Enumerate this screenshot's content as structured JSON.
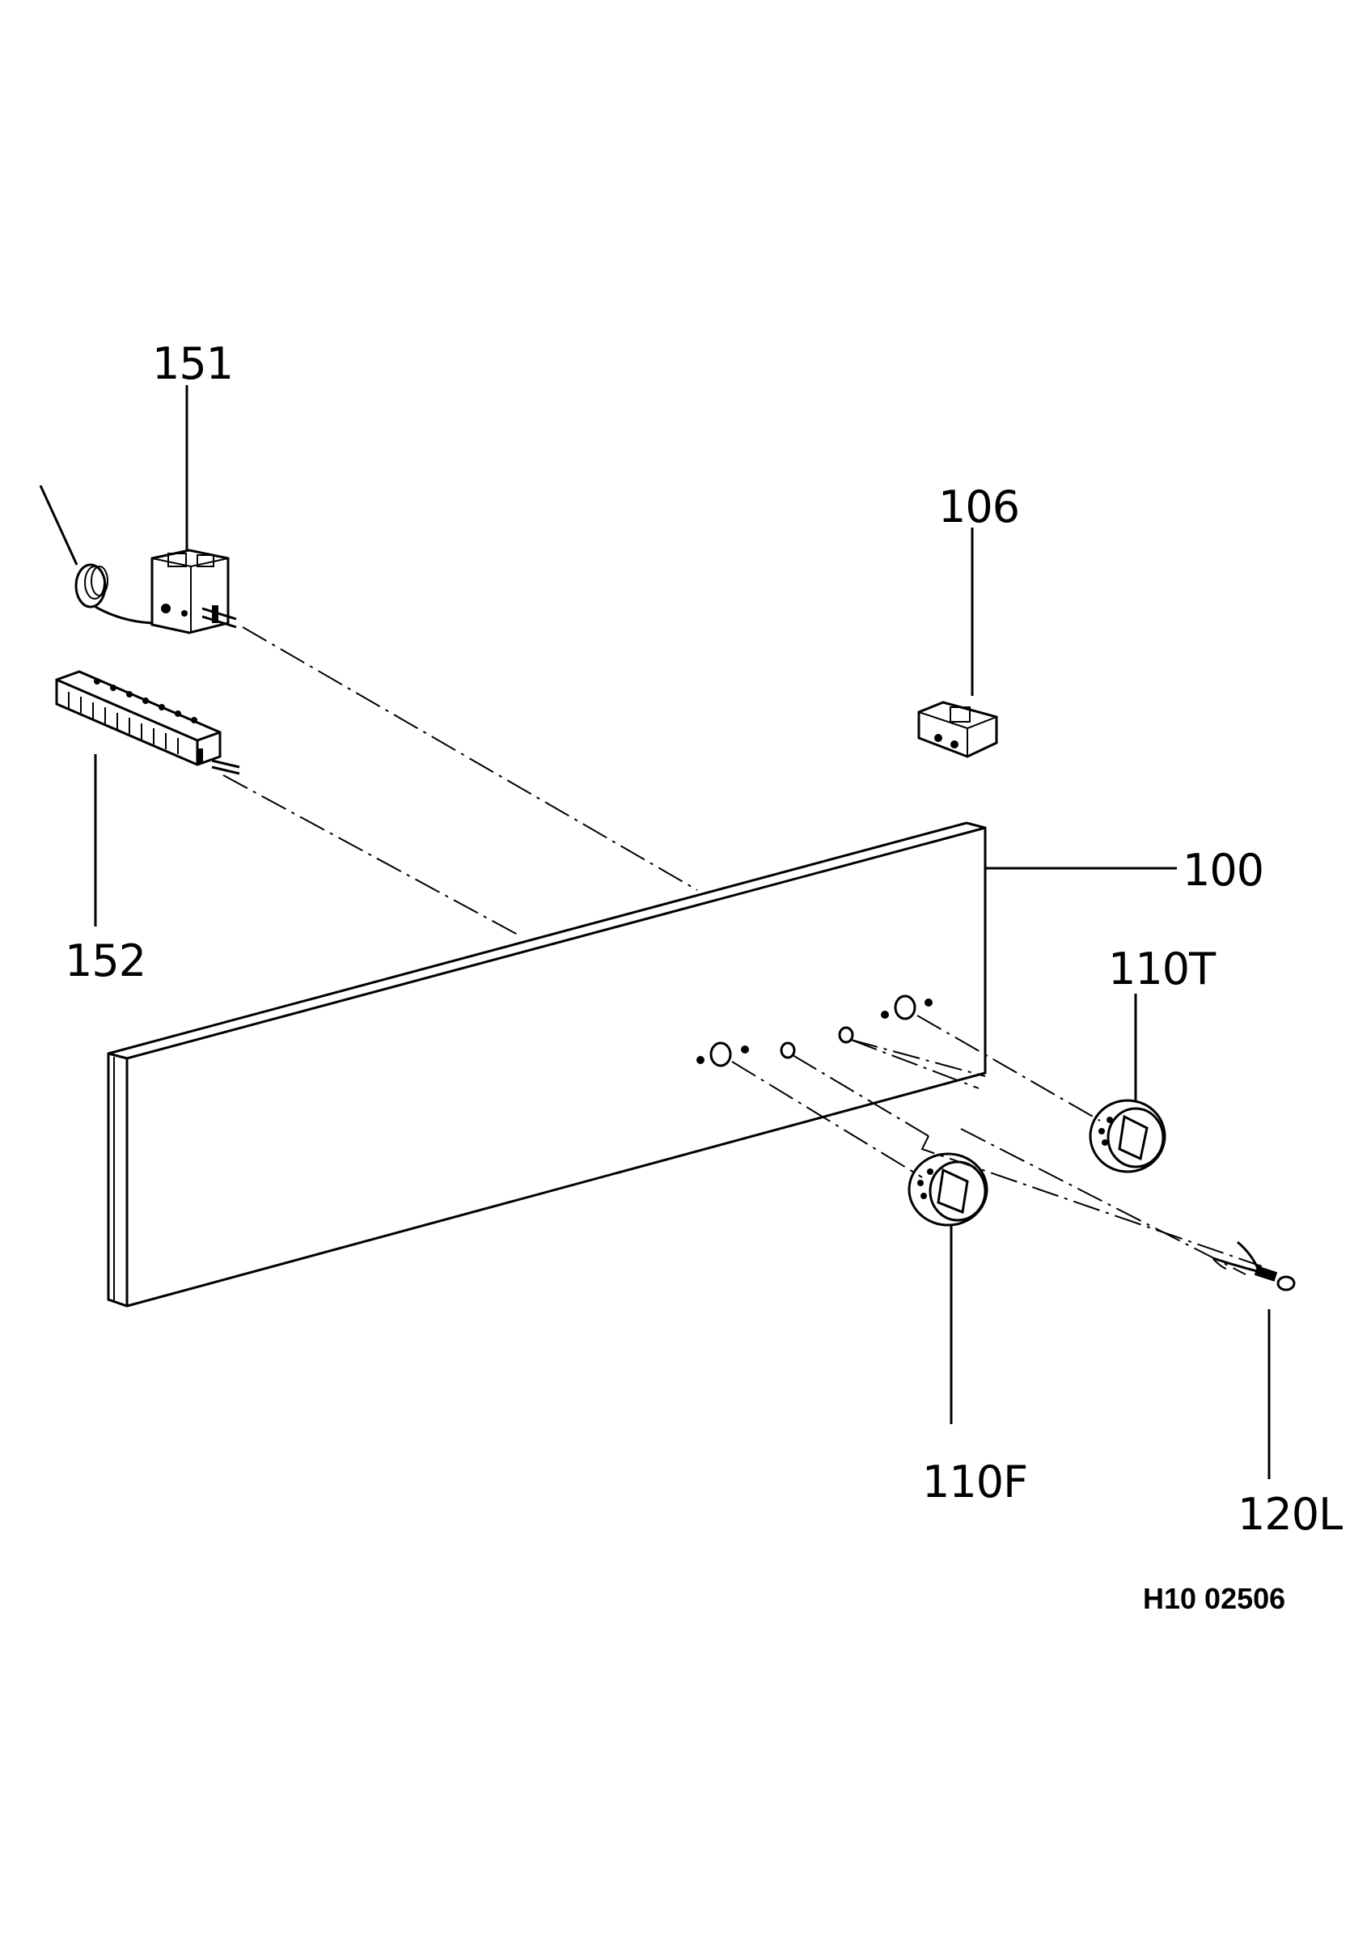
{
  "diagram": {
    "reference": "H10 02506",
    "callouts": {
      "p151": "151",
      "p106": "106",
      "p100": "100",
      "p152": "152",
      "p110T": "110T",
      "p110F": "110F",
      "p120L": "120L"
    }
  }
}
